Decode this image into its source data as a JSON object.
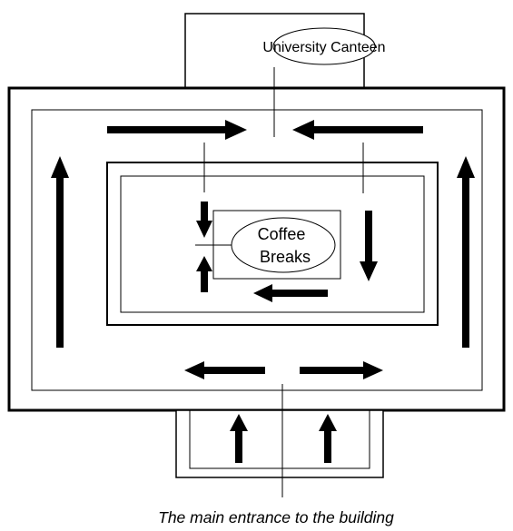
{
  "labels": {
    "canteen": "University Canteen",
    "coffee_line1": "Coffee",
    "coffee_line2": "Breaks",
    "caption": "The main entrance to the building"
  },
  "colors": {
    "stroke": "#000000",
    "background": "#ffffff"
  }
}
